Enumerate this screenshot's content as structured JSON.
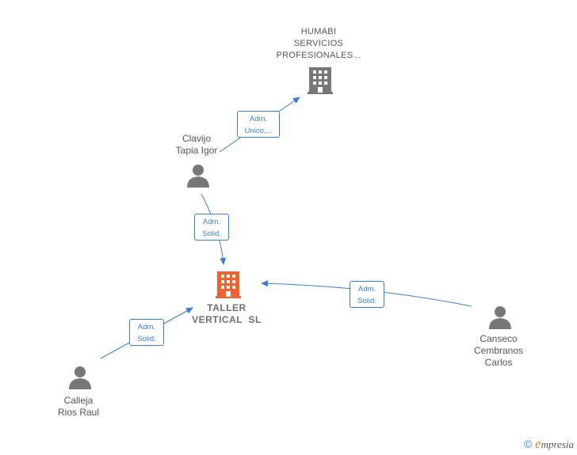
{
  "nodes": {
    "humabi": {
      "line1": "HUMABI",
      "line2": "SERVICIOS",
      "line3": "PROFESIONALES..."
    },
    "clavijo": {
      "line1": "Clavijo",
      "line2": "Tapia Igor"
    },
    "taller": {
      "line1": "TALLER",
      "line2": "VERTICAL  SL"
    },
    "canseco": {
      "line1": "Canseco",
      "line2": "Cembranos",
      "line3": "Carlos"
    },
    "calleja": {
      "line1": "Calleja",
      "line2": "Rios Raul"
    }
  },
  "edges": {
    "clavijo_humabi": {
      "line1": "Adm.",
      "line2": "Unico,..."
    },
    "clavijo_taller": {
      "line1": "Adm.",
      "line2": "Solid."
    },
    "canseco_taller": {
      "line1": "Adm.",
      "line2": "Solid."
    },
    "calleja_taller": {
      "line1": "Adm.",
      "line2": "Solid."
    }
  },
  "colors": {
    "edge": "#3a7fd4",
    "main_company": "#f0622e",
    "company": "#777777",
    "person": "#777777"
  },
  "icons": {
    "company": "building-icon",
    "person": "person-icon"
  },
  "brand": {
    "copyright": "©",
    "e": "e",
    "rest": "mpresia"
  }
}
